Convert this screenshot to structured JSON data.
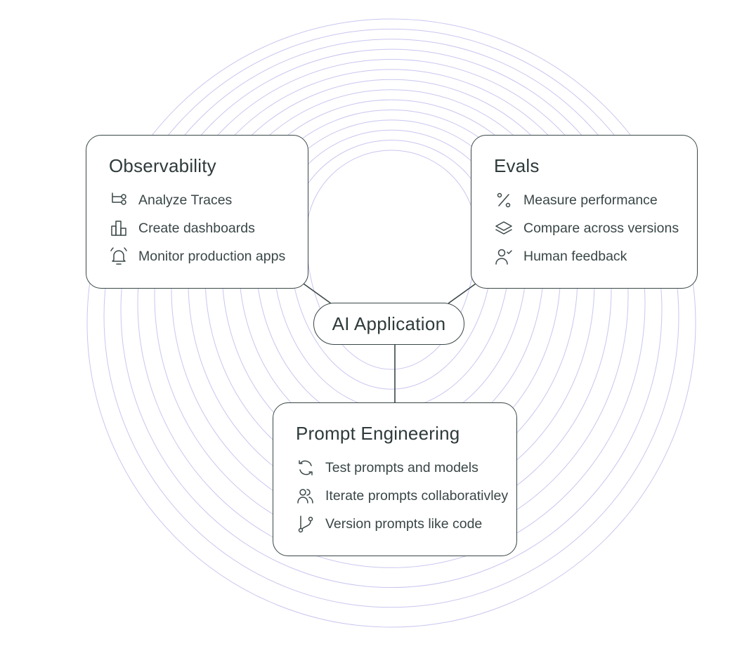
{
  "center": {
    "label": "AI Application"
  },
  "observability": {
    "title": "Observability",
    "items": [
      {
        "icon": "trace-tree-icon",
        "label": "Analyze Traces"
      },
      {
        "icon": "bar-chart-icon",
        "label": "Create dashboards"
      },
      {
        "icon": "bell-icon",
        "label": "Monitor production apps"
      }
    ]
  },
  "evals": {
    "title": "Evals",
    "items": [
      {
        "icon": "percent-icon",
        "label": "Measure performance"
      },
      {
        "icon": "layers-icon",
        "label": "Compare across versions"
      },
      {
        "icon": "user-check-icon",
        "label": "Human feedback"
      }
    ]
  },
  "prompt_engineering": {
    "title": "Prompt Engineering",
    "items": [
      {
        "icon": "refresh-icon",
        "label": "Test prompts and models"
      },
      {
        "icon": "users-icon",
        "label": "Iterate prompts collaborativley"
      },
      {
        "icon": "git-branch-icon",
        "label": "Version prompts like code"
      }
    ]
  },
  "colors": {
    "ring": "#c9c6ef",
    "border": "#3a4647",
    "text": "#2f3a3b"
  }
}
